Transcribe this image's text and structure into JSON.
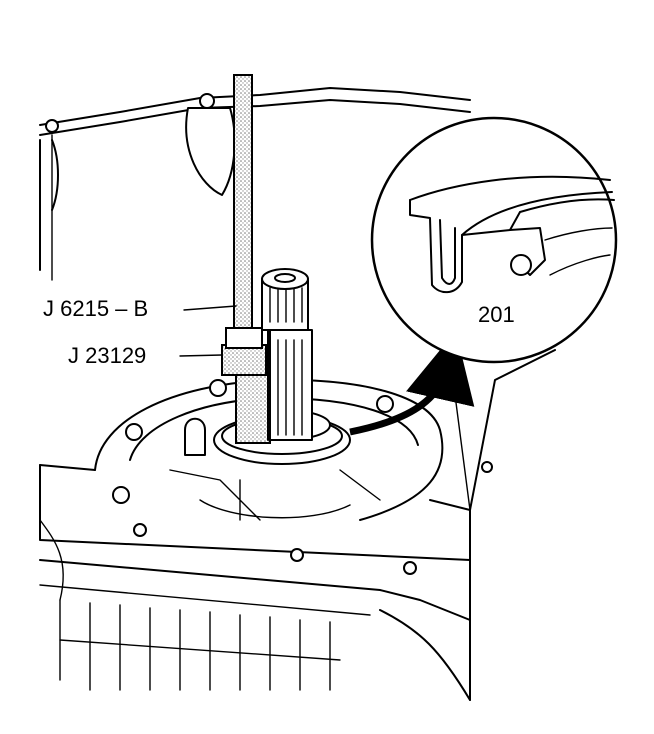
{
  "labels": {
    "tool_puller": "J 6215 – B",
    "tool_installer": "J 23129",
    "detail_callout": "201"
  },
  "colors": {
    "line": "#000000",
    "background": "#ffffff",
    "stipple": "#9a9a9a"
  }
}
